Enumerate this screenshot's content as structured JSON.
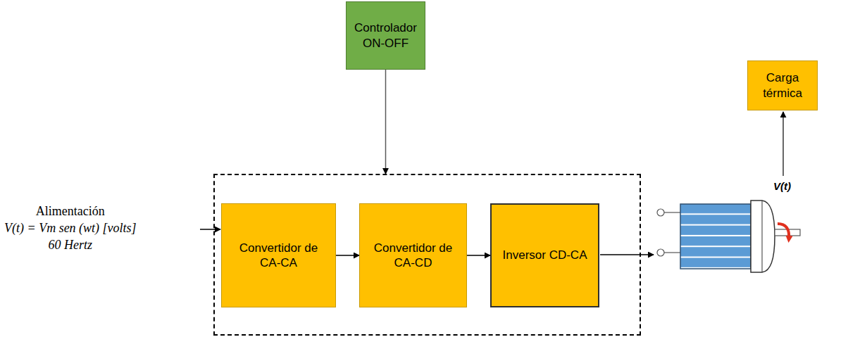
{
  "diagram": {
    "nodes": [
      {
        "text": [
          "Controlador ON-OFF"
        ]
      },
      {
        "text": []
      },
      {
        "text": [
          "Convertidor de CA-CA"
        ],
        "in": 1
      },
      {
        "text": [
          "Convertidor de CA-CD"
        ],
        "in": 1
      },
      {
        "text": [
          "Inversor CD-CA"
        ],
        "in": 1
      },
      {
        "text": [
          "Carga térmica"
        ]
      }
    ],
    "edges": [
      {
        "from": 0,
        "to": 1,
        "arrow": "to"
      },
      {
        "from": 2,
        "to": 3,
        "arrow": "to"
      },
      {
        "from": 3,
        "to": 4,
        "arrow": "to"
      }
    ],
    "labels": [
      "Alimentación",
      "V(t) = Vm sen (wt) [volts]",
      "60 Hertz",
      "V(t)"
    ]
  }
}
